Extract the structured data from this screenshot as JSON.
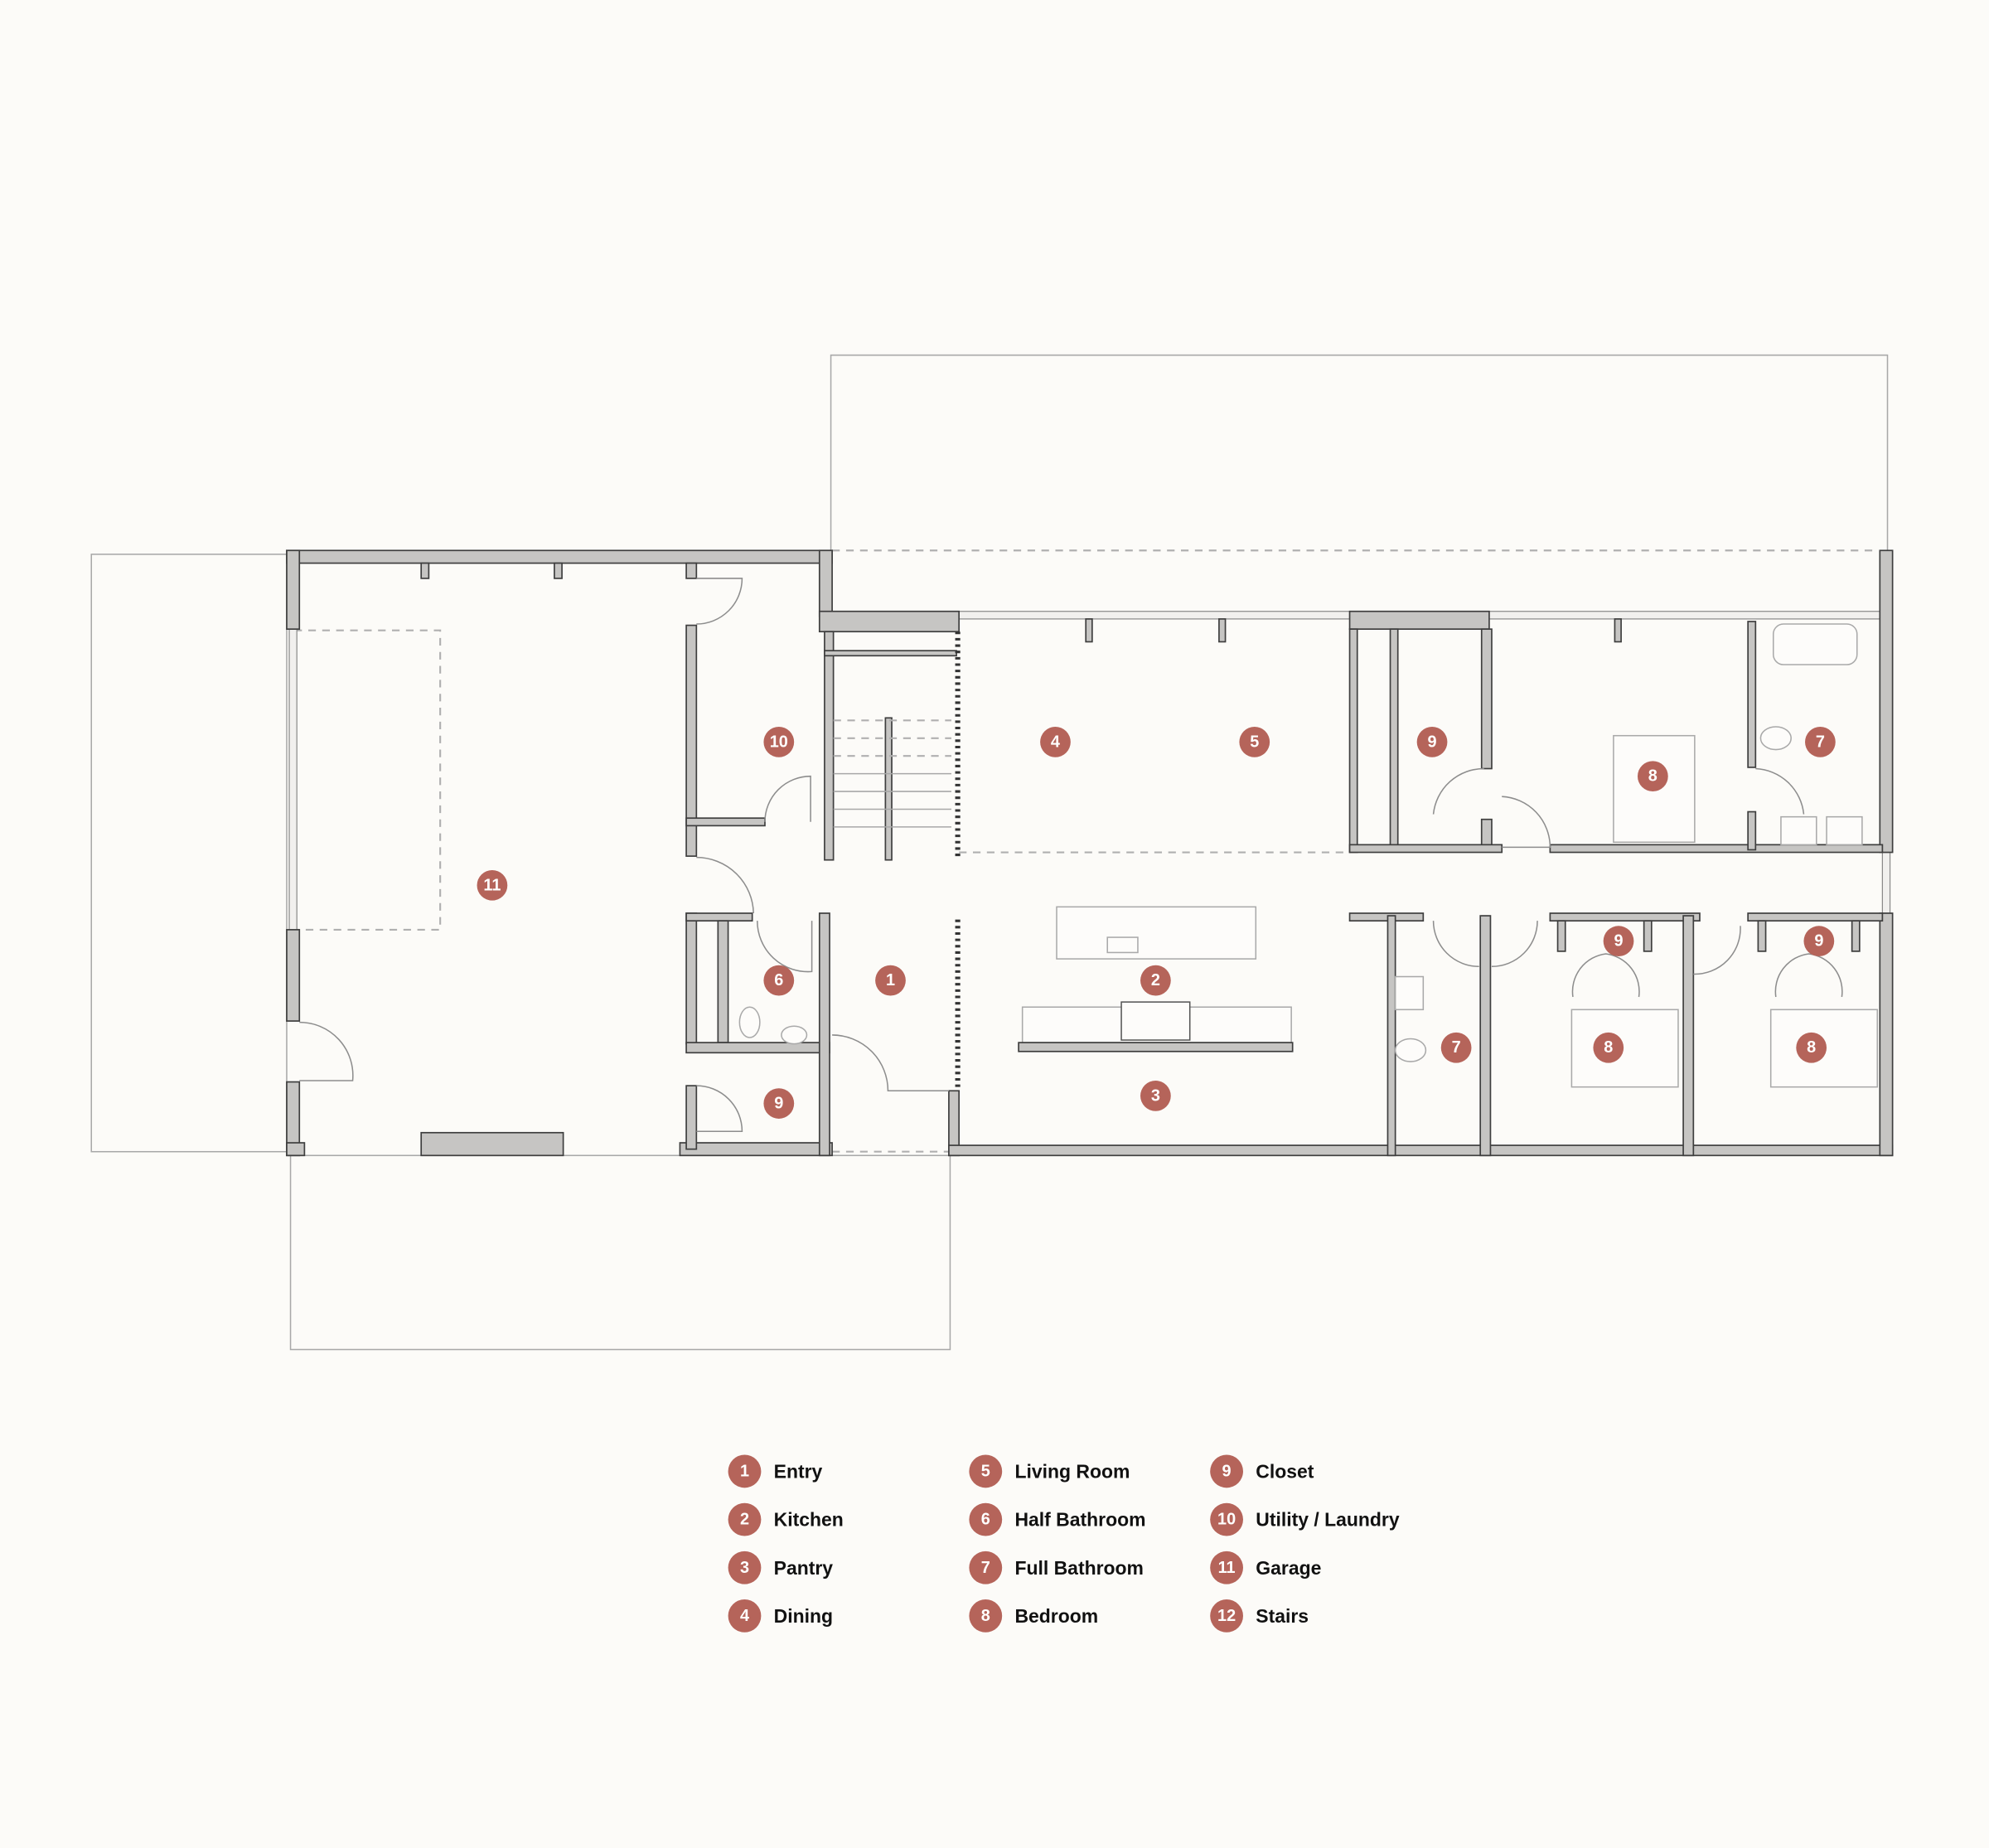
{
  "plan": {
    "markers": [
      "1",
      "2",
      "3",
      "4",
      "5",
      "6",
      "7",
      "7",
      "8",
      "8",
      "8",
      "9",
      "9",
      "9",
      "9",
      "10",
      "11"
    ]
  },
  "legend": [
    {
      "num": "1",
      "label": "Entry"
    },
    {
      "num": "2",
      "label": "Kitchen"
    },
    {
      "num": "3",
      "label": "Pantry"
    },
    {
      "num": "4",
      "label": "Dining"
    },
    {
      "num": "5",
      "label": "Living Room"
    },
    {
      "num": "6",
      "label": "Half Bathroom"
    },
    {
      "num": "7",
      "label": "Full Bathroom"
    },
    {
      "num": "8",
      "label": "Bedroom"
    },
    {
      "num": "9",
      "label": "Closet"
    },
    {
      "num": "10",
      "label": "Utility / Laundry"
    },
    {
      "num": "11",
      "label": "Garage"
    },
    {
      "num": "12",
      "label": "Stairs"
    }
  ],
  "colors": {
    "marker": "#b5645a",
    "background": "#fcfbf8",
    "wall": "#c6c5c3"
  }
}
